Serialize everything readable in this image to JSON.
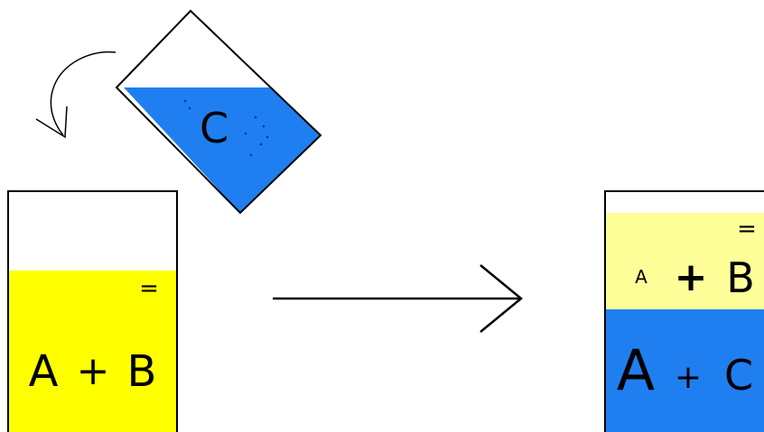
{
  "pour_beaker": {
    "label": "C",
    "liquid_color": "#1f7ff0"
  },
  "left_beaker": {
    "equilibrium_sign": "=",
    "species_a": "A",
    "plus": "+",
    "species_b": "B",
    "liquid_color": "#ffff00"
  },
  "right_beaker": {
    "top_layer": {
      "equilibrium_sign": "=",
      "species_a": "A",
      "plus": "+",
      "species_b": "B",
      "color": "#ffff99"
    },
    "bottom_layer": {
      "species_a": "A",
      "plus": "+",
      "species_c": "C",
      "color": "#1f7ff0"
    }
  },
  "colors": {
    "outline": "#000000",
    "background": "#ffffff"
  },
  "icons": [
    "curved-arrow-icon",
    "right-arrow-icon"
  ]
}
